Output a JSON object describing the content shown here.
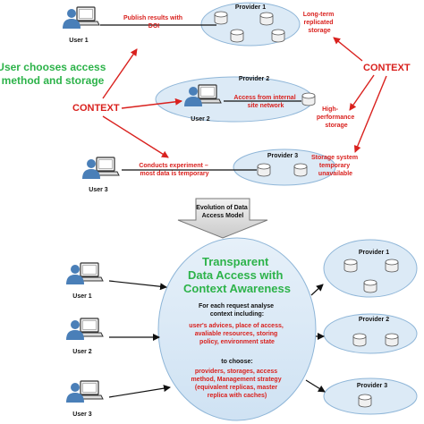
{
  "colors": {
    "accent_red": "#d9211e",
    "accent_green": "#2db34a",
    "ellipse_fill": "#dceaf6",
    "ellipse_stroke": "#8fb6d8",
    "user_blue": "#4a7fb8"
  },
  "top": {
    "user1": "User 1",
    "user2": "User 2",
    "user3": "User 3",
    "provider1": "Provider 1",
    "provider2": "Provider 2",
    "provider3": "Provider 3",
    "publish": [
      "Publish results with",
      "DOI"
    ],
    "long_term": [
      "Long-term",
      "replicated",
      "storage"
    ],
    "access_internal": [
      "Access from internal",
      "site network"
    ],
    "high_perf": [
      "High-",
      "performance",
      "storage"
    ],
    "conducts": [
      "Conducts experiment –",
      "most data is temporary"
    ],
    "unavailable": [
      "Storage system",
      "temporary",
      "unavailable"
    ],
    "choose": [
      "User chooses access",
      "method and storage"
    ],
    "context_left": "CONTEXT",
    "context_right": "CONTEXT"
  },
  "evolution": [
    "Evolution of Data",
    "Access Model"
  ],
  "bottom": {
    "user1": "User 1",
    "user2": "User 2",
    "user3": "User 3",
    "provider1": "Provider 1",
    "provider2": "Provider 2",
    "provider3": "Provider 3",
    "title": [
      "Transparent",
      "Data Access with",
      "Context Awareness"
    ],
    "analyse": [
      "For each request analyse",
      "context including:"
    ],
    "context_items": [
      "user's advices, place of access,",
      "avaliable resources, storing",
      "policy, environment state"
    ],
    "to_choose": "to choose:",
    "choices": [
      "providers, storages, access",
      "method, Management strategy",
      "(equivalent replicas, master",
      "replica with caches)"
    ]
  }
}
